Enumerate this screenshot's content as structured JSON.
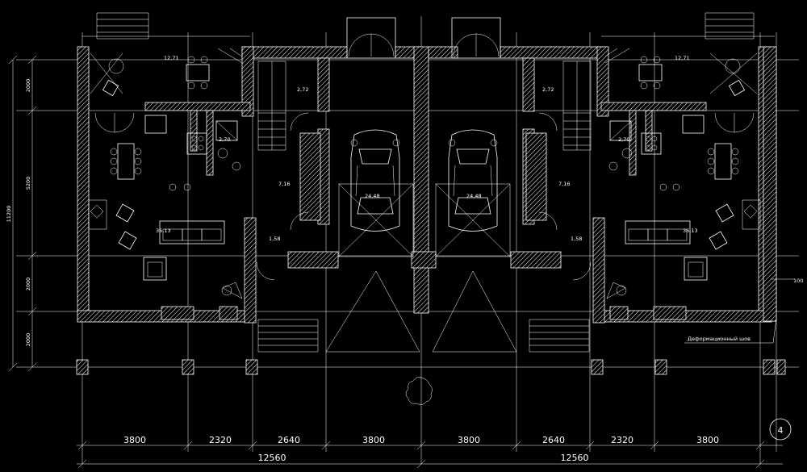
{
  "plan": {
    "dimensions_bottom": [
      "3800",
      "2320",
      "2640",
      "3800",
      "3800",
      "2640",
      "2320",
      "3800"
    ],
    "totals_bottom": [
      "12560",
      "12560"
    ],
    "dimensions_left": [
      "11200",
      "2000",
      "5200",
      "2000",
      "2000"
    ],
    "rooms_left": [
      "12,71",
      "2,72",
      "2,70",
      "7,16",
      "36,13",
      "1,58",
      "24,48"
    ],
    "rooms_right": [
      "12,71",
      "2,72",
      "2,70",
      "7,16",
      "36,13",
      "1,58",
      "24,48"
    ],
    "joint_label": "Деформационный шов",
    "joint_dim": "100",
    "sheet_number": "4"
  }
}
